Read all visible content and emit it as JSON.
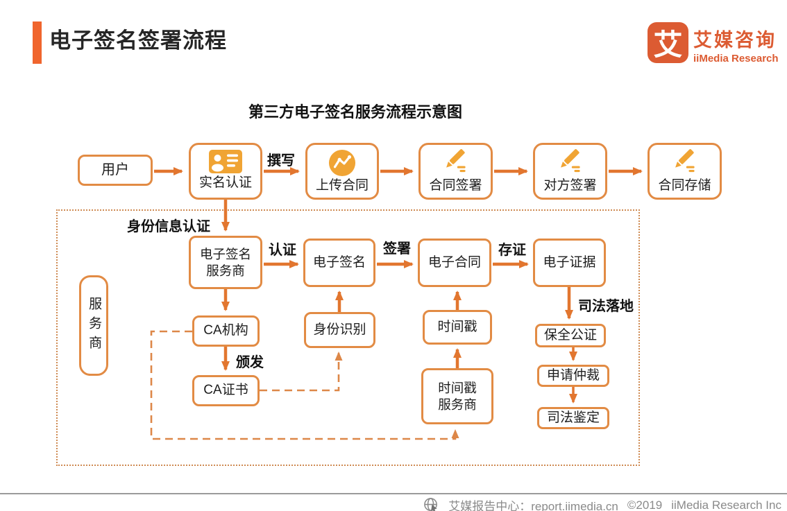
{
  "colors": {
    "accent": "#F0652D",
    "logo": "#DC5B32",
    "box_border": "#E28B44",
    "arrow": "#E2762F",
    "icon_fill": "#F0A434",
    "dashed_line": "#DD8748",
    "container_dotted": "#CE8A52",
    "footer_text": "#8A8A8A"
  },
  "header": {
    "title": "电子签名签署流程",
    "logo": {
      "mark": "艾",
      "name_cn": "艾媒咨询",
      "name_en": "iiMedia Research"
    }
  },
  "diagram": {
    "title": "第三方电子签名服务流程示意图",
    "nodes": {
      "user": "用户",
      "realname": "实名认证",
      "upload": "上传合同",
      "contract_sign": "合同签署",
      "counterparty_sign": "对方签署",
      "contract_storage": "合同存储",
      "esp1": "电子签名",
      "esp2": "服务商",
      "esign": "电子签名",
      "econtract": "电子合同",
      "eevidence": "电子证据",
      "provider": "服务商",
      "ca_org": "CA机构",
      "ca_cert": "CA证书",
      "id_recognition": "身份识别",
      "timestamp": "时间戳",
      "ts_provider1": "时间戳",
      "ts_provider2": "服务商",
      "notarization": "保全公证",
      "arbitration": "申请仲裁",
      "forensic": "司法鉴定"
    },
    "edge_labels": {
      "compose": "撰写",
      "identity_auth": "身份信息认证",
      "authenticate": "认证",
      "sign": "签署",
      "deposit": "存证",
      "issue": "颁发",
      "judicial_landing": "司法落地"
    }
  },
  "footer": {
    "source": "艾媒报告中心：report.iimedia.cn",
    "copyright": "©2019",
    "company": "iiMedia Research Inc"
  }
}
